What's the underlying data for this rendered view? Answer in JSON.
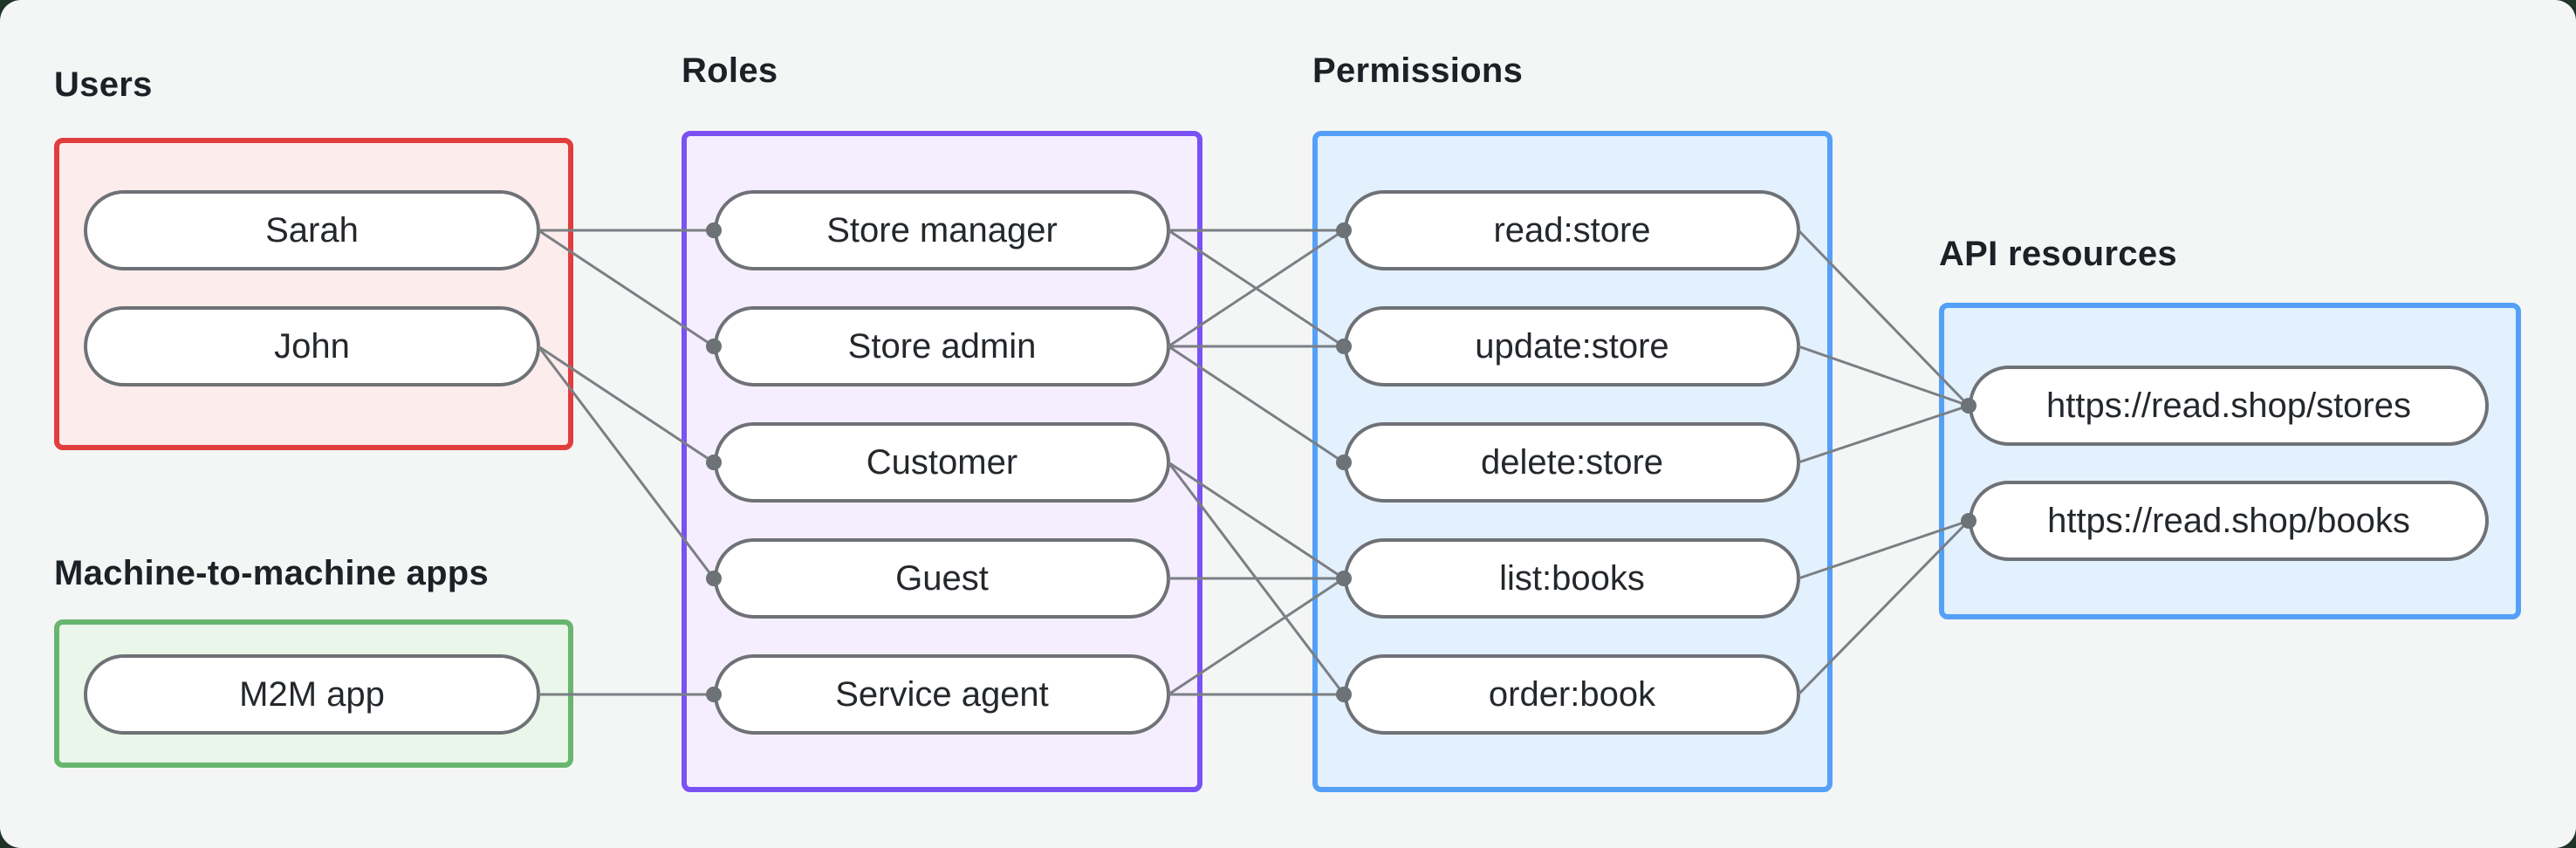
{
  "diagram": {
    "labels": {
      "users": "Users",
      "m2m": "Machine-to-machine apps",
      "roles": "Roles",
      "permissions": "Permissions",
      "resources": "API resources"
    },
    "nodes": {
      "sarah": "Sarah",
      "john": "John",
      "m2m-app": "M2M app",
      "store-manager": "Store manager",
      "store-admin": "Store admin",
      "customer": "Customer",
      "guest": "Guest",
      "service-agent": "Service agent",
      "read-store": "read:store",
      "update-store": "update:store",
      "delete-store": "delete:store",
      "list-books": "list:books",
      "order-book": "order:book",
      "stores-api": "https://read.shop/stores",
      "books-api": "https://read.shop/books"
    },
    "edges": [
      {
        "from": "sarah",
        "to": "store-manager"
      },
      {
        "from": "sarah",
        "to": "store-admin"
      },
      {
        "from": "john",
        "to": "customer"
      },
      {
        "from": "john",
        "to": "guest"
      },
      {
        "from": "m2m-app",
        "to": "service-agent"
      },
      {
        "from": "store-manager",
        "to": "read-store"
      },
      {
        "from": "store-manager",
        "to": "update-store"
      },
      {
        "from": "store-admin",
        "to": "read-store"
      },
      {
        "from": "store-admin",
        "to": "update-store"
      },
      {
        "from": "store-admin",
        "to": "delete-store"
      },
      {
        "from": "customer",
        "to": "list-books"
      },
      {
        "from": "customer",
        "to": "order-book"
      },
      {
        "from": "guest",
        "to": "list-books"
      },
      {
        "from": "service-agent",
        "to": "list-books"
      },
      {
        "from": "service-agent",
        "to": "order-book"
      },
      {
        "from": "read-store",
        "to": "stores-api"
      },
      {
        "from": "update-store",
        "to": "stores-api"
      },
      {
        "from": "delete-store",
        "to": "stores-api"
      },
      {
        "from": "list-books",
        "to": "books-api"
      },
      {
        "from": "order-book",
        "to": "books-api"
      }
    ],
    "colors": {
      "backdrop": "#203428",
      "background": "#f4f6f5",
      "label_text": "#1c2126",
      "pill_text": "#24282c",
      "pill_fill": "#ffffff",
      "pill_border": "#6e7276",
      "edge": "#7b7f83",
      "dot": "#6d7276",
      "users_border": "#e23d3d",
      "users_fill": "#fcecec",
      "m2m_border": "#68b66e",
      "m2m_fill": "#e9f6e9",
      "roles_border": "#7a52f4",
      "roles_fill": "#f4eefe",
      "permissions_border": "#54a0f8",
      "permissions_fill": "#e3f0fd",
      "resources_border": "#54a0f8",
      "resources_fill": "#e3f0fd"
    }
  }
}
